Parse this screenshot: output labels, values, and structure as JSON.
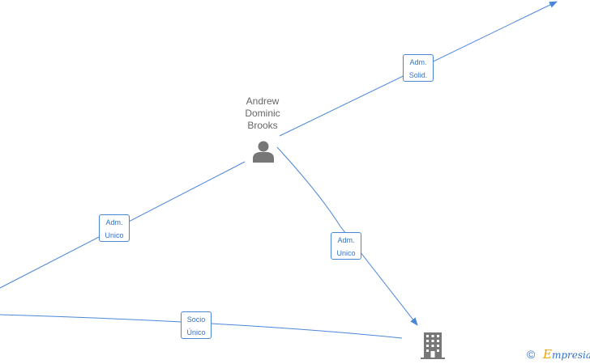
{
  "person": {
    "name_line1": "Andrew",
    "name_line2": "Dominic",
    "name_line3": "Brooks",
    "icon": "person-icon"
  },
  "company": {
    "icon": "building-icon"
  },
  "edges": {
    "adm_solid": {
      "line1": "Adm.",
      "line2": "Solid."
    },
    "adm_unico_left": {
      "line1": "Adm.",
      "line2": "Unico"
    },
    "adm_unico_right": {
      "line1": "Adm.",
      "line2": "Unico"
    },
    "socio_unico": {
      "line1": "Socio",
      "line2": "Único"
    }
  },
  "footer": {
    "copyright_symbol": "©",
    "brand_initial": "E",
    "brand_rest": "mpresia"
  },
  "colors": {
    "edge": "#4a86d8",
    "label_text": "#3373cc",
    "node_icon": "#777777",
    "name_text": "#666666",
    "brand_accent": "#f0a000"
  }
}
